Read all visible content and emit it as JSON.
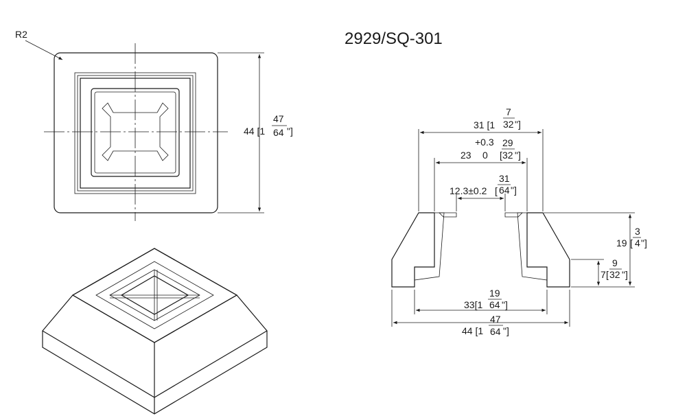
{
  "drawing": {
    "title": "2929/SQ-301",
    "radius_note": "R2",
    "top_view_height": {
      "prefix": "44 [1",
      "frac_num": "47",
      "frac_den": "64",
      "suffix": "\"]"
    },
    "section": {
      "top_outer": {
        "prefix": "31 [1",
        "frac_num": "7",
        "frac_den": "32",
        "suffix": "\"]"
      },
      "top_inner": {
        "tol": "+0.3",
        "nominal": "23",
        "tol_low": "0",
        "frac_num": "29",
        "frac_den": "32",
        "suffix": "\"]",
        "open": "["
      },
      "hole": {
        "value": "12.3±0.2",
        "frac_num": "31",
        "frac_den": "64",
        "open": "[",
        "suffix": "\"]"
      },
      "height": {
        "value": "19",
        "frac_num": "3",
        "frac_den": "4",
        "open": "[",
        "suffix": "\"]"
      },
      "step": {
        "value": "7",
        "frac_num": "9",
        "frac_den": "32",
        "open": "[",
        "suffix": "\"]"
      },
      "bottom_inner": {
        "prefix": "33[1",
        "frac_num": "19",
        "frac_den": "64",
        "suffix": "\"]"
      },
      "bottom_outer": {
        "prefix": "44 [1",
        "frac_num": "47",
        "frac_den": "64",
        "suffix": "\"]"
      }
    }
  }
}
